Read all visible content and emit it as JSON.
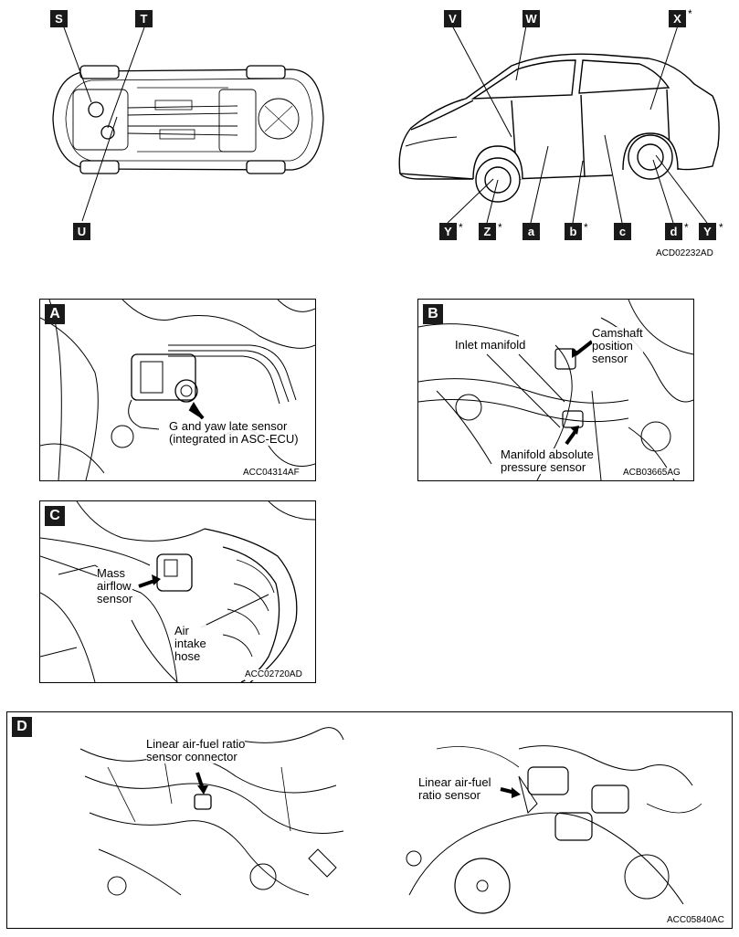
{
  "underbody": {
    "markers": [
      "S",
      "T",
      "U"
    ]
  },
  "car_side": {
    "markers_top": [
      "V",
      "W",
      "X"
    ],
    "markers_bottom": [
      "Y",
      "Z",
      "a",
      "b",
      "c",
      "d",
      "Y"
    ],
    "asterisk": "*",
    "code": "ACD02232AD"
  },
  "panel_a": {
    "tag": "A",
    "callout_line1": "G and yaw late sensor",
    "callout_line2": "(integrated in ASC-ECU)",
    "code": "ACC04314AF"
  },
  "panel_b": {
    "tag": "B",
    "inlet": "Inlet manifold",
    "cam_line1": "Camshaft",
    "cam_line2": "position",
    "cam_line3": "sensor",
    "map_line1": "Manifold absolute",
    "map_line2": "pressure sensor",
    "code": "ACB03665AG"
  },
  "panel_c": {
    "tag": "C",
    "maf_line1": "Mass",
    "maf_line2": "airflow",
    "maf_line3": "sensor",
    "hose_line1": "Air",
    "hose_line2": "intake",
    "hose_line3": "hose",
    "code": "ACC02720AD"
  },
  "panel_d": {
    "tag": "D",
    "connector_line1": "Linear air-fuel ratio",
    "connector_line2": "sensor connector",
    "sensor_line1": "Linear air-fuel",
    "sensor_line2": "ratio sensor",
    "code": "ACC05840AC"
  }
}
